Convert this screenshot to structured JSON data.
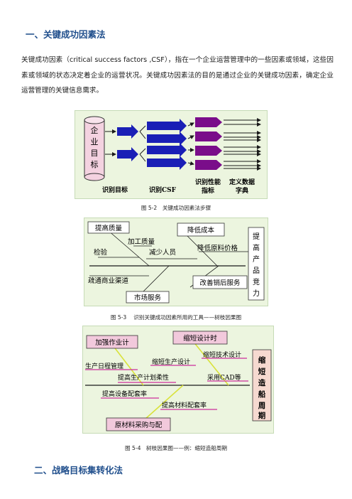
{
  "sections": [
    {
      "heading": "一、关键成功因素法"
    },
    {
      "heading": "二、战略目标集转化法"
    }
  ],
  "paragraph": "关键成功因素（critical success factors ,CSF），指在一个企业运营管理中的一些因素或领域，这些因素或领域的状态决定着企业的运营状况。关键成功因素法的目的是通过企业的关键成功因素，确定企业运营管理的关键信息需求。",
  "figures": {
    "fig2": {
      "caption": "图 5-2　关键成功因素法步骤",
      "cylinder": [
        "企",
        "业",
        "目",
        "标"
      ],
      "labels": [
        "识别目标",
        "识别CSF",
        "识别性能",
        "指标",
        "定义数据",
        "字典"
      ]
    },
    "fig3": {
      "caption": "图 5-3　 识别关键成功因素所用的工具——树枝因果图",
      "boxes": {
        "q": "提高质量",
        "cost": "降低成本",
        "market": "市场服务",
        "service": "改善销后服务"
      },
      "labels": {
        "process": "加工质量",
        "check": "检验",
        "staff": "减少人员",
        "material": "降低原料价格",
        "channel": "疏通商业渠道"
      },
      "result": [
        "提",
        "高",
        "产",
        "品",
        "竞",
        "力"
      ]
    },
    "fig4": {
      "caption": "图 5-4　树枝因果图——例：缩短造船周期",
      "boxes": {
        "plan": "加强作业计",
        "design": "缩短设计时",
        "material": "原材料采购与配"
      },
      "labels": {
        "prod_design": "缩短生产设计",
        "tech_design": "缩短技术设计",
        "schedule": "生产日程管理",
        "flex": "提高生产计划柔性",
        "cad": "采用CAD等",
        "equip": "提高设备配套率",
        "mat_rate": "提高材料配套率"
      },
      "result": [
        "缩",
        "短",
        "造",
        "船",
        "周",
        "期"
      ]
    }
  },
  "colors": {
    "heading": "#1f4e8c",
    "fig_bg": "#ecf5df",
    "fig_border": "#c6dbb6",
    "blue_arrow": "#1a1fb6",
    "purple_bar": "#7a0d8a",
    "cylinder_fill": "#f4d2e0",
    "fig4_box": "#f2c9dc",
    "fig4_result": "#f6d9d0"
  }
}
